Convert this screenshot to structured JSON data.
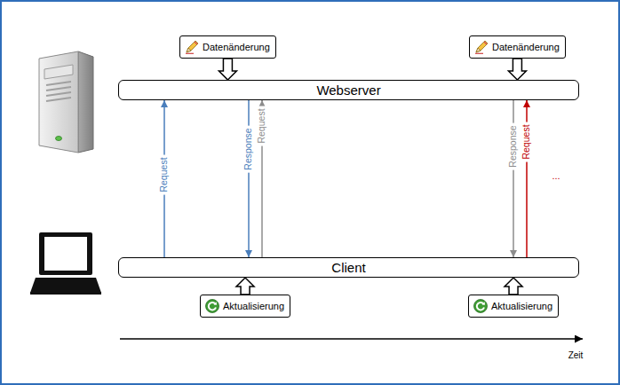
{
  "diagram": {
    "nodes": [
      {
        "text": [
          "Datenänderung"
        ]
      },
      {
        "text": [
          "Datenänderung"
        ]
      },
      {
        "text": [
          "Webserver"
        ]
      },
      {
        "text": [
          "Client"
        ]
      },
      {
        "text": [
          "Aktualisierung"
        ]
      },
      {
        "text": [
          "Aktualisierung"
        ]
      }
    ],
    "edges": [
      {
        "from": 3,
        "to": 2,
        "arrow": "to",
        "label": "Request"
      },
      {
        "from": 2,
        "to": 3,
        "arrow": "to",
        "label": "Response"
      },
      {
        "from": 3,
        "to": 2,
        "arrow": "to",
        "label": "Request"
      },
      {
        "from": 2,
        "to": 3,
        "arrow": "to",
        "label": "Response"
      },
      {
        "from": 3,
        "to": 2,
        "arrow": "to",
        "label": "Request"
      },
      {
        "from": 0,
        "to": 2,
        "arrow": "to"
      },
      {
        "from": 1,
        "to": 2,
        "arrow": "to"
      },
      {
        "from": 4,
        "to": 3,
        "arrow": "to"
      },
      {
        "from": 5,
        "to": 3,
        "arrow": "to"
      }
    ],
    "labels": [
      "...",
      "Zeit"
    ]
  }
}
